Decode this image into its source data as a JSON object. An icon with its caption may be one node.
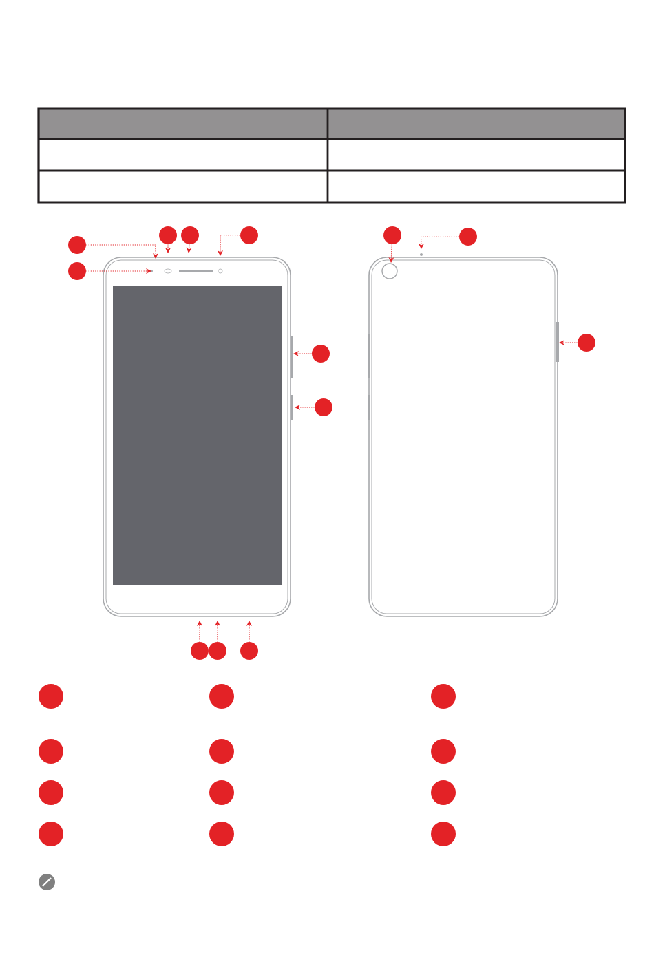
{
  "diagram": {
    "nodes": [
      {
        "text": [],
        "shape": "circle"
      },
      {
        "text": [],
        "shape": "circle"
      },
      {
        "text": [],
        "shape": "circle"
      },
      {
        "text": [],
        "shape": "circle"
      },
      {
        "text": [],
        "shape": "circle"
      },
      {
        "text": [],
        "shape": "circle"
      },
      {
        "text": [],
        "shape": "circle"
      },
      {
        "text": [],
        "shape": "circle"
      },
      {
        "text": [],
        "shape": "circle"
      },
      {
        "text": [],
        "shape": "circle"
      },
      {
        "text": [],
        "shape": "circle"
      },
      {
        "text": [],
        "shape": "circle"
      },
      {
        "text": [],
        "shape": "circle"
      },
      {
        "text": [],
        "shape": "circle"
      },
      {
        "text": [],
        "shape": "circle"
      },
      {
        "text": [],
        "shape": "circle"
      },
      {
        "text": [],
        "shape": "circle"
      },
      {
        "text": [],
        "shape": "circle"
      },
      {
        "text": [],
        "shape": "circle"
      },
      {
        "text": [],
        "shape": "circle"
      },
      {
        "text": [],
        "shape": "circle"
      },
      {
        "text": [],
        "shape": "circle"
      },
      {
        "text": [],
        "shape": "circle"
      },
      {
        "text": [],
        "shape": "circle"
      },
      {
        "text": [],
        "shape": "circle"
      },
      {
        "text": [],
        "shape": "picture"
      },
      {
        "text": [],
        "shape": "picture"
      }
    ],
    "edges": [
      {
        "from": 0,
        "to": 25,
        "arrow": "to"
      },
      {
        "from": 1,
        "to": 25,
        "arrow": "to"
      },
      {
        "from": 2,
        "to": 25,
        "arrow": "to"
      },
      {
        "from": 3,
        "to": 25,
        "arrow": "to"
      },
      {
        "from": 4,
        "to": 25,
        "arrow": "to"
      },
      {
        "from": 5,
        "to": 25,
        "arrow": "to"
      },
      {
        "from": 6,
        "to": 25,
        "arrow": "to"
      },
      {
        "from": 7,
        "to": 25,
        "arrow": "to"
      },
      {
        "from": 8,
        "to": 25,
        "arrow": "to"
      },
      {
        "from": 9,
        "to": 25,
        "arrow": "to"
      },
      {
        "from": 10,
        "to": 26,
        "arrow": "to"
      },
      {
        "from": 11,
        "to": 26,
        "arrow": "to"
      },
      {
        "from": 12,
        "to": 26,
        "arrow": "to"
      }
    ]
  }
}
